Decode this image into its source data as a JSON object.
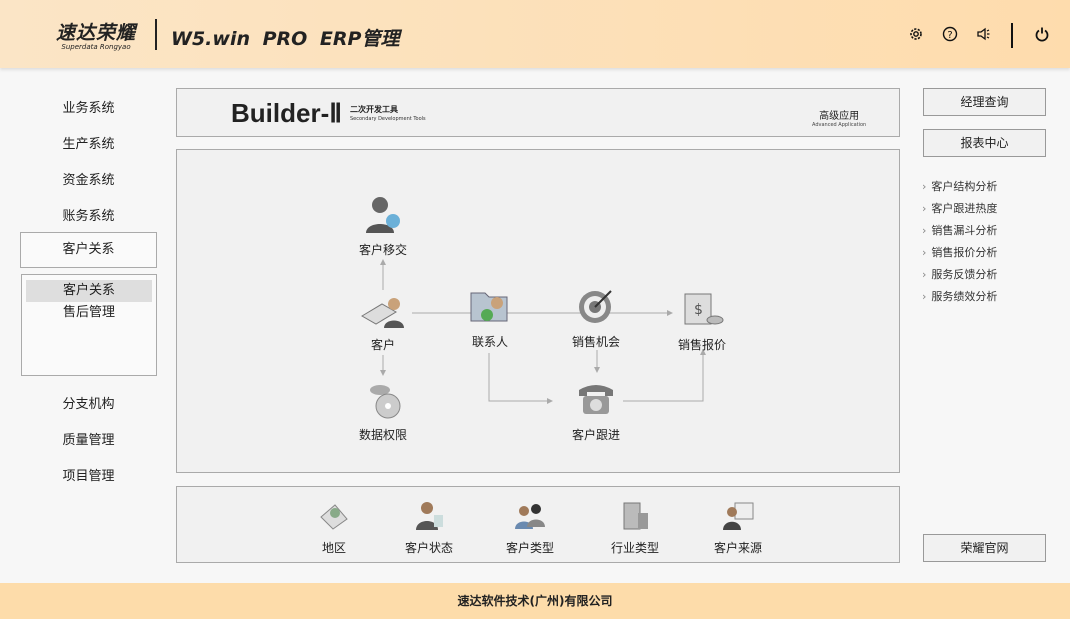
{
  "header": {
    "logo_cn": "速达荣耀",
    "logo_en": "Superdata Rongyao",
    "title": "W5.win  PRO  ERP管理",
    "icons": [
      "gear-icon",
      "help-icon",
      "speaker-icon",
      "power-icon"
    ]
  },
  "nav": {
    "items": [
      "业务系统",
      "生产系统",
      "资金系统",
      "账务系统",
      "客户关系"
    ],
    "active": "客户关系",
    "sub_items": [
      "客户关系",
      "售后管理"
    ],
    "items_after": [
      "分支机构",
      "质量管理",
      "项目管理"
    ]
  },
  "banner": {
    "title": "Builder-Ⅱ",
    "subtitle_cn": "二次开发工具",
    "subtitle_en": "Secondary Development Tools",
    "advanced_cn": "高级应用",
    "advanced_en": "Advanced Application"
  },
  "diagram": {
    "nodes": {
      "transfer": "客户移交",
      "customer": "客户",
      "contact": "联系人",
      "opportunity": "销售机会",
      "quote": "销售报价",
      "permission": "数据权限",
      "followup": "客户跟进"
    }
  },
  "bottom": {
    "items": [
      "地区",
      "客户状态",
      "客户类型",
      "行业类型",
      "客户来源"
    ]
  },
  "right": {
    "buttons": [
      "经理查询",
      "报表中心"
    ],
    "links": [
      "客户结构分析",
      "客户跟进热度",
      "销售漏斗分析",
      "销售报价分析",
      "服务反馈分析",
      "服务绩效分析"
    ],
    "site_button": "荣耀官网"
  },
  "footer": {
    "text": "速达软件技术(广州)有限公司"
  }
}
